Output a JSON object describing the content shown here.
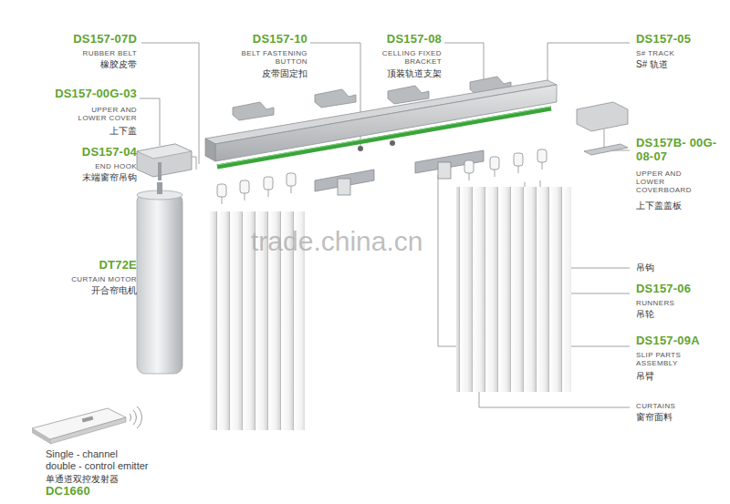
{
  "diagram": {
    "labels": [
      "DS157-07D",
      "RUBBER BELT",
      "橡胶皮带",
      "DS157-10",
      "BELT FASTENING BUTTON",
      "皮带固定扣",
      "DS157-08",
      "CELLING FIXED BRACKET",
      "顶装轨道支架",
      "DS157-05",
      "S# TRACK",
      "S# 轨道",
      "DS157-00G-03",
      "UPPER AND LOWER COVER",
      "上下盖",
      "DS157-04",
      "END HOOK",
      "末端窗帘吊钩",
      "DS157B- 00G-08-07",
      "UPPER AND LOWER COVERBOARD",
      "上下盖盖板",
      "DT72E",
      "CURTAIN MOTOR",
      "开合帘电机",
      "trade.china.cn",
      "吊钩",
      "DS157-06",
      "RUNNERS",
      "吊轮",
      "DS157-09A",
      "SLIP PARTS ASSEMBLY",
      "吊臂",
      "CURTAINS",
      "窗帘面料",
      "Single - channel double - control emitter",
      "单通道双控发射器",
      "DC1660"
    ]
  }
}
